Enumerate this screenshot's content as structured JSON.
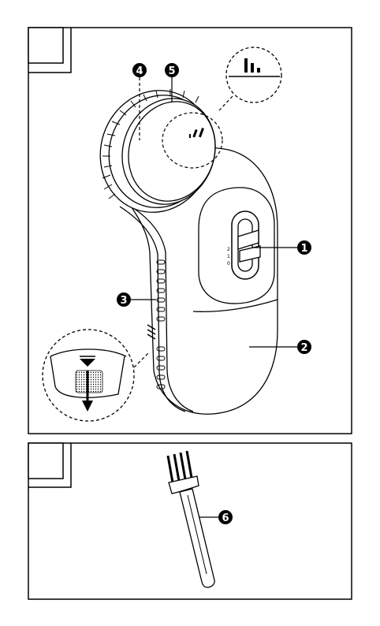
{
  "figure_a": {
    "label_box": "",
    "callouts": [
      {
        "id": "callout-1",
        "text": "1"
      },
      {
        "id": "callout-2",
        "text": "2"
      },
      {
        "id": "callout-3",
        "text": "3"
      },
      {
        "id": "callout-4",
        "text": "4"
      },
      {
        "id": "callout-5",
        "text": "5"
      }
    ],
    "switch_marks": [
      "2",
      "1",
      "0"
    ]
  },
  "figure_b": {
    "label_box": "",
    "callouts": [
      {
        "id": "callout-6",
        "text": "6"
      }
    ]
  },
  "colors": {
    "line": "#000000",
    "background": "#ffffff"
  }
}
